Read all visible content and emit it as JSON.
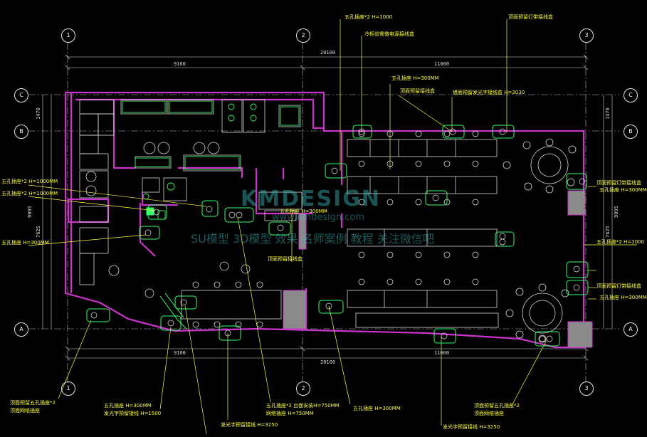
{
  "colors": {
    "background": "#000000",
    "wall": "#cc33cc",
    "furniture": "#d8d8d8",
    "fixture": "#33ff66",
    "annotation": "#ffff3c",
    "leader": "#ffff3c",
    "watermark": "#40c8c8"
  },
  "watermark": {
    "brand": "KMDESIGN",
    "url": "www.kmdesign.com",
    "slogan": "SU模型 3D模型 效果 名师案例 教程 关注微信吧"
  },
  "grid": {
    "columns": [
      "1",
      "2",
      "3"
    ],
    "rows": [
      "C",
      "B",
      "A"
    ]
  },
  "dimensions": {
    "top_total": "20100",
    "top_left": "9100",
    "top_right": "11000",
    "bottom_total": "20100",
    "bottom_left": "9100",
    "bottom_right": "11000",
    "left_upper": "1470",
    "left_mid": "9095",
    "left_lower": "7625",
    "right_upper": "1470",
    "right_mid": "9095",
    "right_lower": "7625"
  },
  "annotations": [
    {
      "id": "t1",
      "text": "五孔插座*2 H=1000"
    },
    {
      "id": "t2",
      "text": "冷柜前需做电源接线盒"
    },
    {
      "id": "t3",
      "text": "五孔插座 H=300MM"
    },
    {
      "id": "t4",
      "text": "顶面预留接线盒"
    },
    {
      "id": "t5",
      "text": "墙面预留发光字接线盒 H=2030"
    },
    {
      "id": "t6",
      "text": "顶面预留灯带接线盒"
    },
    {
      "id": "t7",
      "text": "五孔插座*2 H=1000MM"
    },
    {
      "id": "t8",
      "text": "五孔插座*2 H=1000MM"
    },
    {
      "id": "t9",
      "text": "五孔插座 H=300MM"
    },
    {
      "id": "t10",
      "text": "五孔插座 H=300MM"
    },
    {
      "id": "t11",
      "text": "顶面预留灯带接线盒"
    },
    {
      "id": "t12",
      "text": "五孔插座 H=300MM"
    },
    {
      "id": "t13",
      "text": "五孔插座*2 H=1000"
    },
    {
      "id": "t14",
      "text": "顶面预留接线盒"
    },
    {
      "id": "t15",
      "text": "顶面预留灯带接线盒"
    },
    {
      "id": "t16",
      "text": "五孔插座 H=300MM"
    },
    {
      "id": "b1",
      "text": "顶面预留五孔插座*2"
    },
    {
      "id": "b2",
      "text": "顶面网络插座"
    },
    {
      "id": "b3",
      "text": "五孔插座 H=300MM"
    },
    {
      "id": "b4",
      "text": "发光字预留接线 H=1500"
    },
    {
      "id": "b5",
      "text": "发光字预留接线 H=3250"
    },
    {
      "id": "b6",
      "text": "五孔插座*2 台面安装H=750MM"
    },
    {
      "id": "b7",
      "text": "网络插座 H=750MM"
    },
    {
      "id": "b8",
      "text": "五孔插座 H=300MM"
    },
    {
      "id": "b9",
      "text": "发光字预留接线 H=3250"
    },
    {
      "id": "b10",
      "text": "顶面预留五孔插座*2"
    },
    {
      "id": "b11",
      "text": "顶面网络插座"
    }
  ]
}
